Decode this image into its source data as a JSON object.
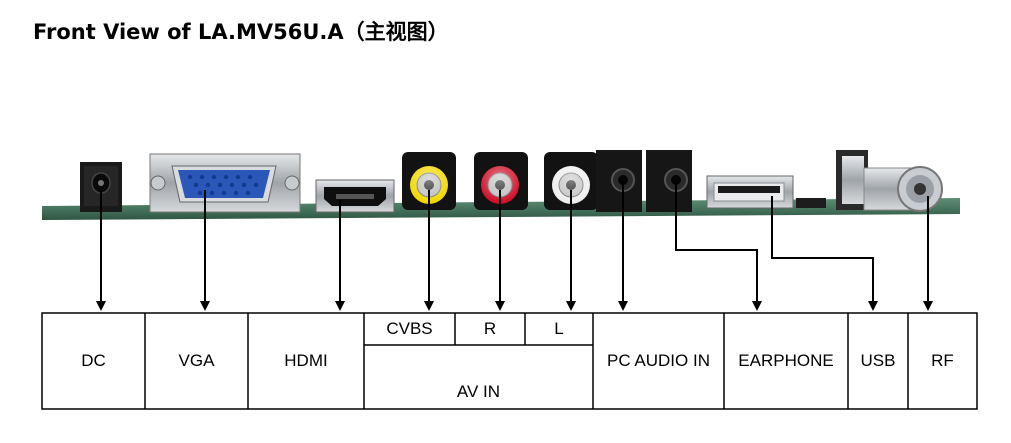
{
  "title": "Front View of LA.MV56U.A（主视图）",
  "connectors": {
    "dc": "DC",
    "vga": "VGA",
    "hdmi": "HDMI",
    "cvbs": "CVBS",
    "r": "R",
    "l": "L",
    "av_in": "AV IN",
    "pc_audio_in": "PC AUDIO IN",
    "earphone": "EARPHONE",
    "usb": "USB",
    "rf": "RF"
  },
  "colors": {
    "pcb": "#3f6e57",
    "cvbs_jack": "#f2d800",
    "r_jack": "#d0102a",
    "l_jack": "#eeeeee",
    "vga_blue": "#2b57b8",
    "metal": "#b8bcc0",
    "black": "#111111"
  }
}
